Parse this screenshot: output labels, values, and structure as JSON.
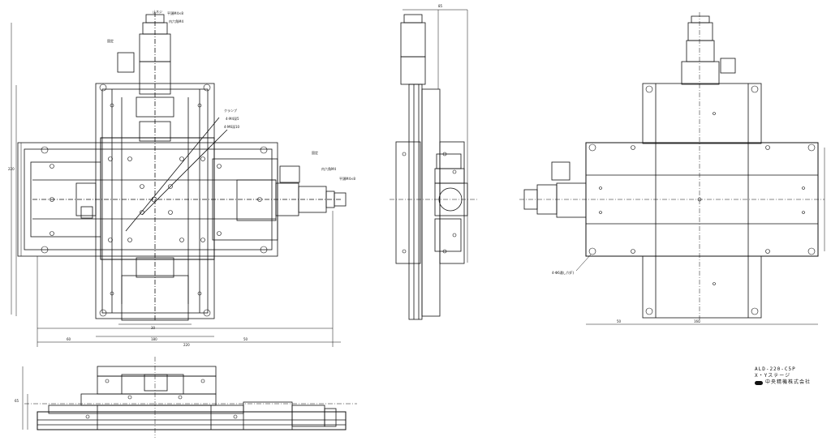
{
  "drawing": {
    "model": "ALD-220-C5P",
    "stage_type": "X・Yステージ",
    "company": "中央精機株式会社",
    "logo": "company-logo"
  },
  "callouts": {
    "knob": "止ネジ",
    "knob_screw": "平頭M4×8",
    "knob_hex": "内六角M4",
    "clamp": "固定",
    "stage_clamp": "クランプ",
    "mount_hole_1": "4-M4深5",
    "mount_hole_2": "4-M6深10",
    "side_clamp": "固定",
    "side_hex": "内六角M4",
    "side_screw": "平頭M4×8",
    "base_holes": "4-Φ6通し穴(F)"
  },
  "dimensions": {
    "top_width": "180",
    "top_height": "220",
    "base_width": "220",
    "inner_1": "60",
    "inner_2": "30",
    "inner_3": "50",
    "side_depth": "85",
    "front_height": "65",
    "right_span": "160",
    "right_sub": "50"
  }
}
